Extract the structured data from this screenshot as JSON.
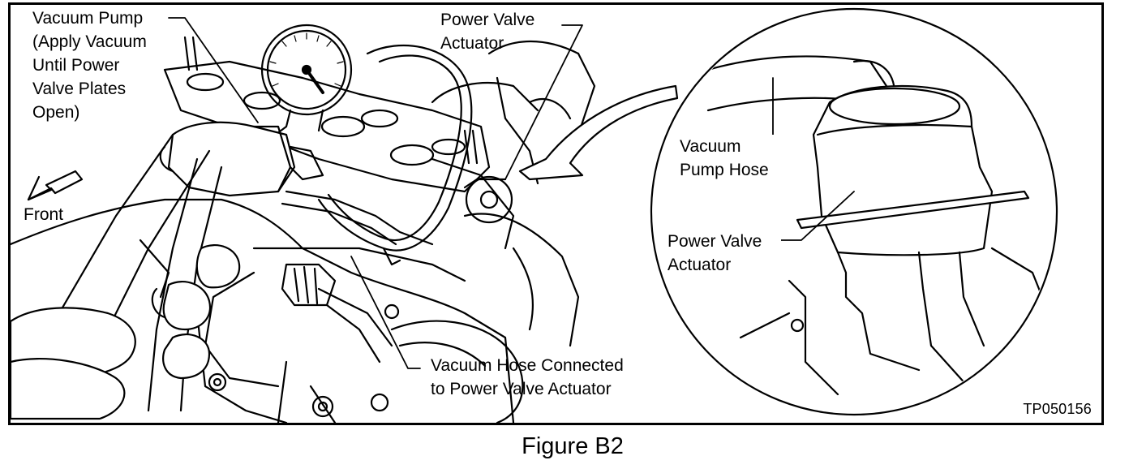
{
  "callouts": {
    "vacuum_pump": {
      "lines": [
        "Vacuum Pump",
        "(Apply Vacuum",
        "Until Power",
        "Valve Plates",
        "Open)"
      ]
    },
    "power_valve_actuator_main": {
      "lines": [
        "Power Valve",
        "Actuator"
      ]
    },
    "front": "Front",
    "vacuum_hose_connected": {
      "lines": [
        "Vacuum Hose Connected",
        "to Power Valve Actuator"
      ]
    },
    "detail_vacuum_pump_hose": {
      "lines": [
        "Vacuum",
        "Pump Hose"
      ]
    },
    "detail_power_valve_actuator": {
      "lines": [
        "Power Valve",
        "Actuator"
      ]
    }
  },
  "figure_code": "TP050156",
  "figure_caption": "Figure B2",
  "colors": {
    "ink": "#000000",
    "paper": "#ffffff",
    "shade": "#d9d9d9"
  },
  "icons": {
    "front_arrow": "front-arrow-icon",
    "vacuum_gauge": "vacuum-gauge-icon",
    "detail_arrow": "curved-arrow-icon"
  }
}
